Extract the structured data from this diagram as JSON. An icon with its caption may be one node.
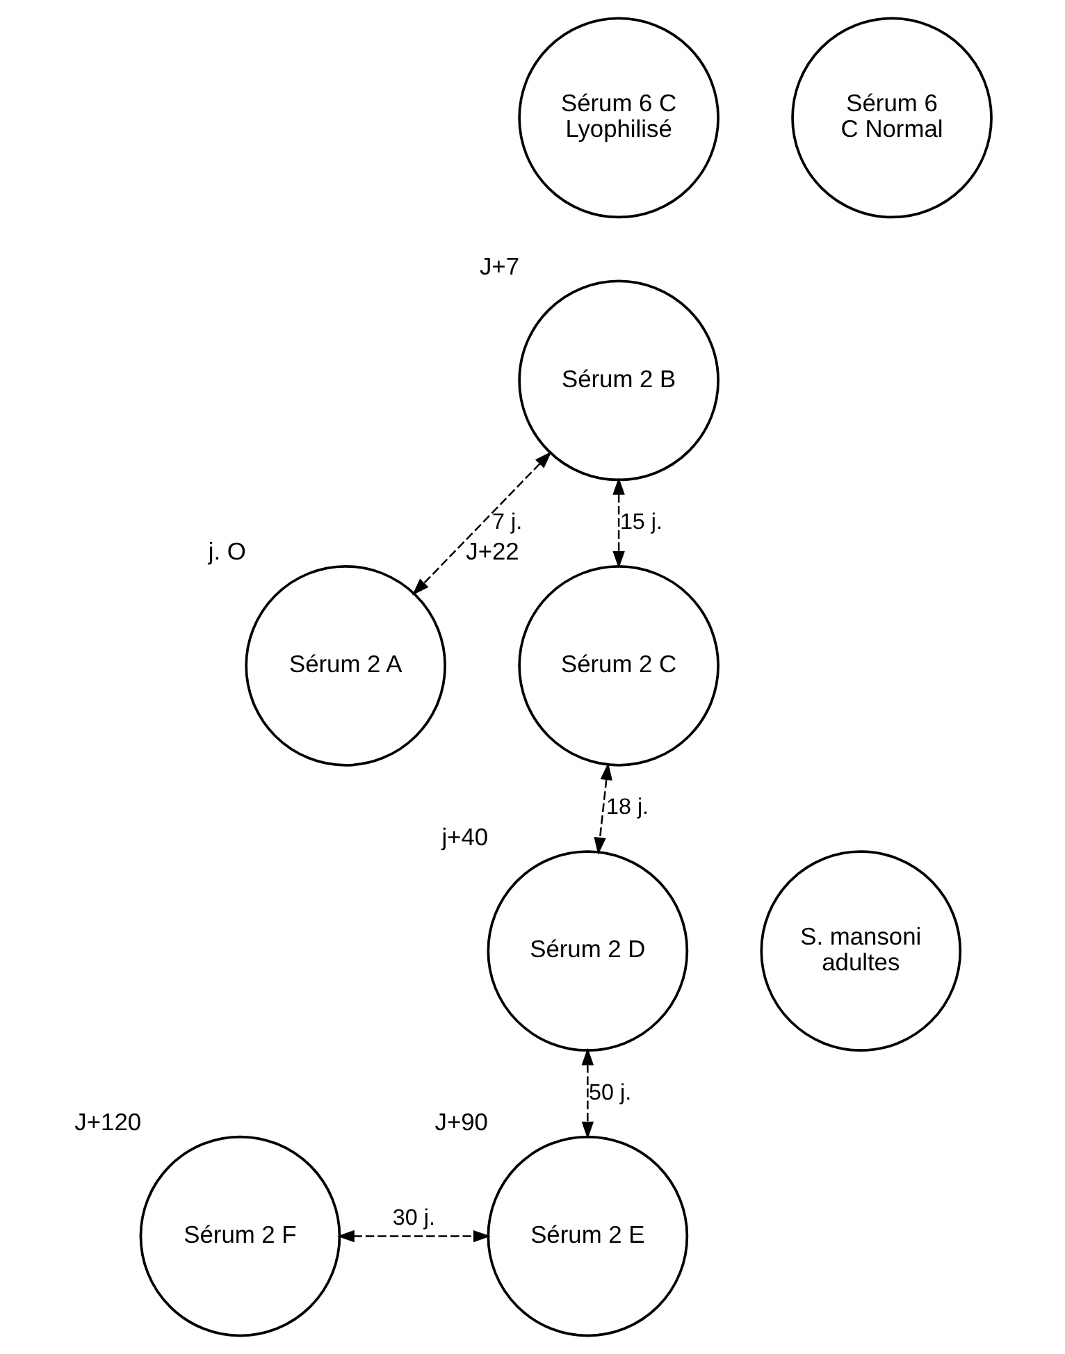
{
  "diagram": {
    "nodes": [
      {
        "text": [
          "Sérum 6 C Lyophilisé"
        ]
      },
      {
        "text": [
          "Sérum 6 C Normal"
        ]
      },
      {
        "text": [
          "Sérum 2 B"
        ],
        "beside": [
          "J+7"
        ]
      },
      {
        "text": [
          "Sérum 2 A"
        ],
        "beside": [
          "j. O"
        ]
      },
      {
        "text": [
          "Sérum 2 C"
        ],
        "beside": [
          "J+22"
        ]
      },
      {
        "text": [
          "S. mansoni adultes"
        ]
      },
      {
        "text": [
          "Sérum 2 D"
        ],
        "beside": [
          "j+40"
        ]
      },
      {
        "text": [
          "Sérum 2 F"
        ],
        "beside": [
          "J+120"
        ]
      },
      {
        "text": [
          "Sérum 2 E"
        ],
        "beside": [
          "J+90"
        ]
      }
    ],
    "edges": [
      {
        "from": 2,
        "to": 3,
        "arrow": "both",
        "label": "7 j.",
        "style": "dashed"
      },
      {
        "from": 2,
        "to": 4,
        "arrow": "both",
        "label": "15 j.",
        "style": "dashed"
      },
      {
        "from": 4,
        "to": 6,
        "arrow": "both",
        "label": "18 j.",
        "style": "dashed"
      },
      {
        "from": 6,
        "to": 8,
        "arrow": "both",
        "label": "50 j.",
        "style": "dashed"
      },
      {
        "from": 7,
        "to": 8,
        "arrow": "both",
        "label": "30 j.",
        "style": "dashed"
      }
    ]
  }
}
